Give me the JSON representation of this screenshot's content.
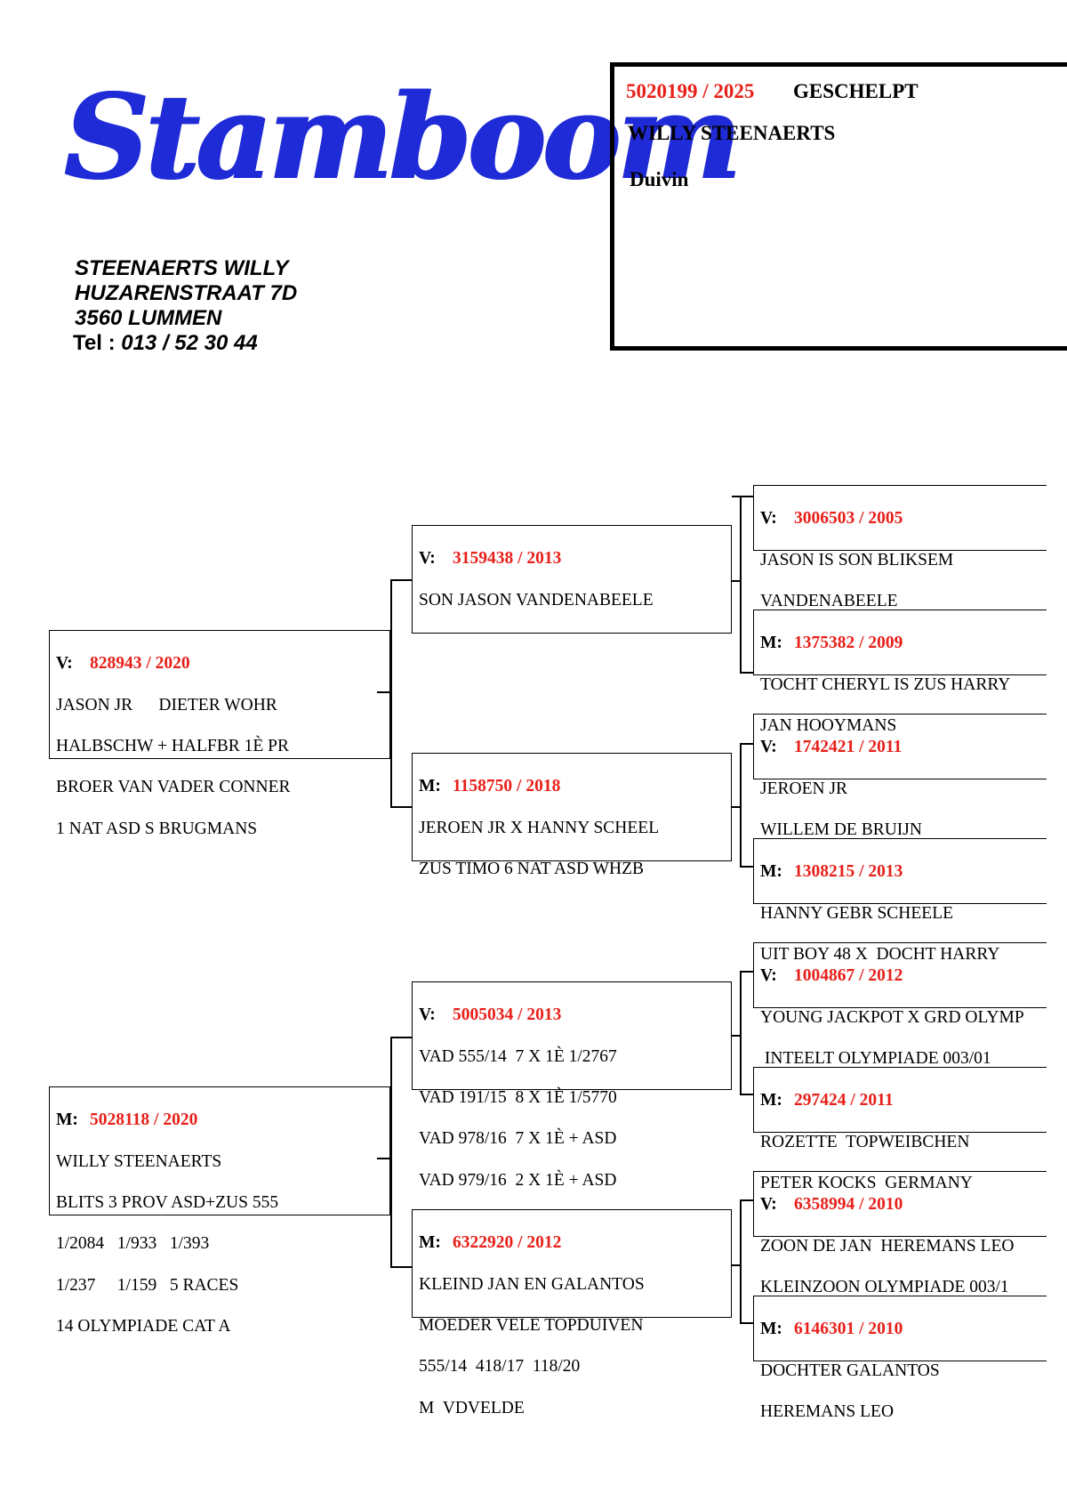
{
  "logo": {
    "text": "Stamboom",
    "color": "#1f2bd6"
  },
  "owner": {
    "name": "STEENAERTS WILLY",
    "street": "HUZARENSTRAAT 7D",
    "city": "3560 LUMMEN",
    "tel_label": "Tel :",
    "tel_value": "013 / 52 30 44"
  },
  "pigeon": {
    "ring": "5020199 / 2025",
    "color": "GESCHELPT",
    "breeder": "WILLY STEENAERTS",
    "sex": "Duivin"
  },
  "accent_color": "#e8201a",
  "pedigree": {
    "father": {
      "tag": "V:",
      "ring": "828943 / 2020",
      "lines": [
        "JASON JR      DIETER WOHR",
        "HALBSCHW + HALFBR 1È PR",
        "BROER VAN VADER CONNER",
        "1 NAT ASD S BRUGMANS"
      ]
    },
    "mother": {
      "tag": "M:",
      "ring": "5028118 / 2020",
      "lines": [
        "WILLY STEENAERTS",
        "BLITS 3 PROV ASD+ZUS 555",
        "1/2084   1/933   1/393",
        "1/237     1/159   5 RACES",
        "14 OLYMPIADE CAT A"
      ]
    },
    "ff": {
      "tag": "V:",
      "ring": "3159438 / 2013",
      "lines": [
        "SON JASON VANDENABEELE"
      ]
    },
    "fm": {
      "tag": "M:",
      "ring": "1158750 / 2018",
      "lines": [
        "JEROEN JR X HANNY SCHEEL",
        "ZUS TIMO 6 NAT ASD WHZB"
      ]
    },
    "mf": {
      "tag": "V:",
      "ring": "5005034 / 2013",
      "lines": [
        "VAD 555/14  7 X 1È 1/2767",
        "VAD 191/15  8 X 1È 1/5770",
        "VAD 978/16  7 X 1È + ASD",
        "VAD 979/16  2 X 1È + ASD"
      ]
    },
    "mm": {
      "tag": "M:",
      "ring": "6322920 / 2012",
      "lines": [
        "KLEIND JAN EN GALANTOS",
        "MOEDER VELE TOPDUIVEN",
        "555/14  418/17  118/20",
        "M  VDVELDE"
      ]
    },
    "fff": {
      "tag": "V:",
      "ring": "3006503 / 2005",
      "lines": [
        "JASON IS SON BLIKSEM",
        "VANDENABEELE"
      ]
    },
    "ffm": {
      "tag": "M:",
      "ring": "1375382 / 2009",
      "lines": [
        "TOCHT CHERYL IS ZUS HARRY",
        "JAN HOOYMANS"
      ]
    },
    "fmf": {
      "tag": "V:",
      "ring": "1742421 / 2011",
      "lines": [
        "JEROEN JR",
        "WILLEM DE BRUIJN"
      ]
    },
    "fmm": {
      "tag": "M:",
      "ring": "1308215 / 2013",
      "lines": [
        "HANNY GEBR SCHEELE",
        "UIT BOY 48 X  DOCHT HARRY"
      ]
    },
    "mff": {
      "tag": "V:",
      "ring": "1004867 / 2012",
      "lines": [
        "YOUNG JACKPOT X GRD OLYMP",
        " INTEELT OLYMPIADE 003/01"
      ]
    },
    "mfm": {
      "tag": "M:",
      "ring": "297424 / 2011",
      "lines": [
        "ROZETTE  TOPWEIBCHEN",
        "PETER KOCKS  GERMANY"
      ]
    },
    "mmf": {
      "tag": "V:",
      "ring": "6358994 / 2010",
      "lines": [
        "ZOON DE JAN  HEREMANS LEO",
        "KLEINZOON OLYMPIADE 003/1"
      ]
    },
    "mmm": {
      "tag": "M:",
      "ring": "6146301 / 2010",
      "lines": [
        "DOCHTER GALANTOS",
        "HEREMANS LEO"
      ]
    }
  }
}
